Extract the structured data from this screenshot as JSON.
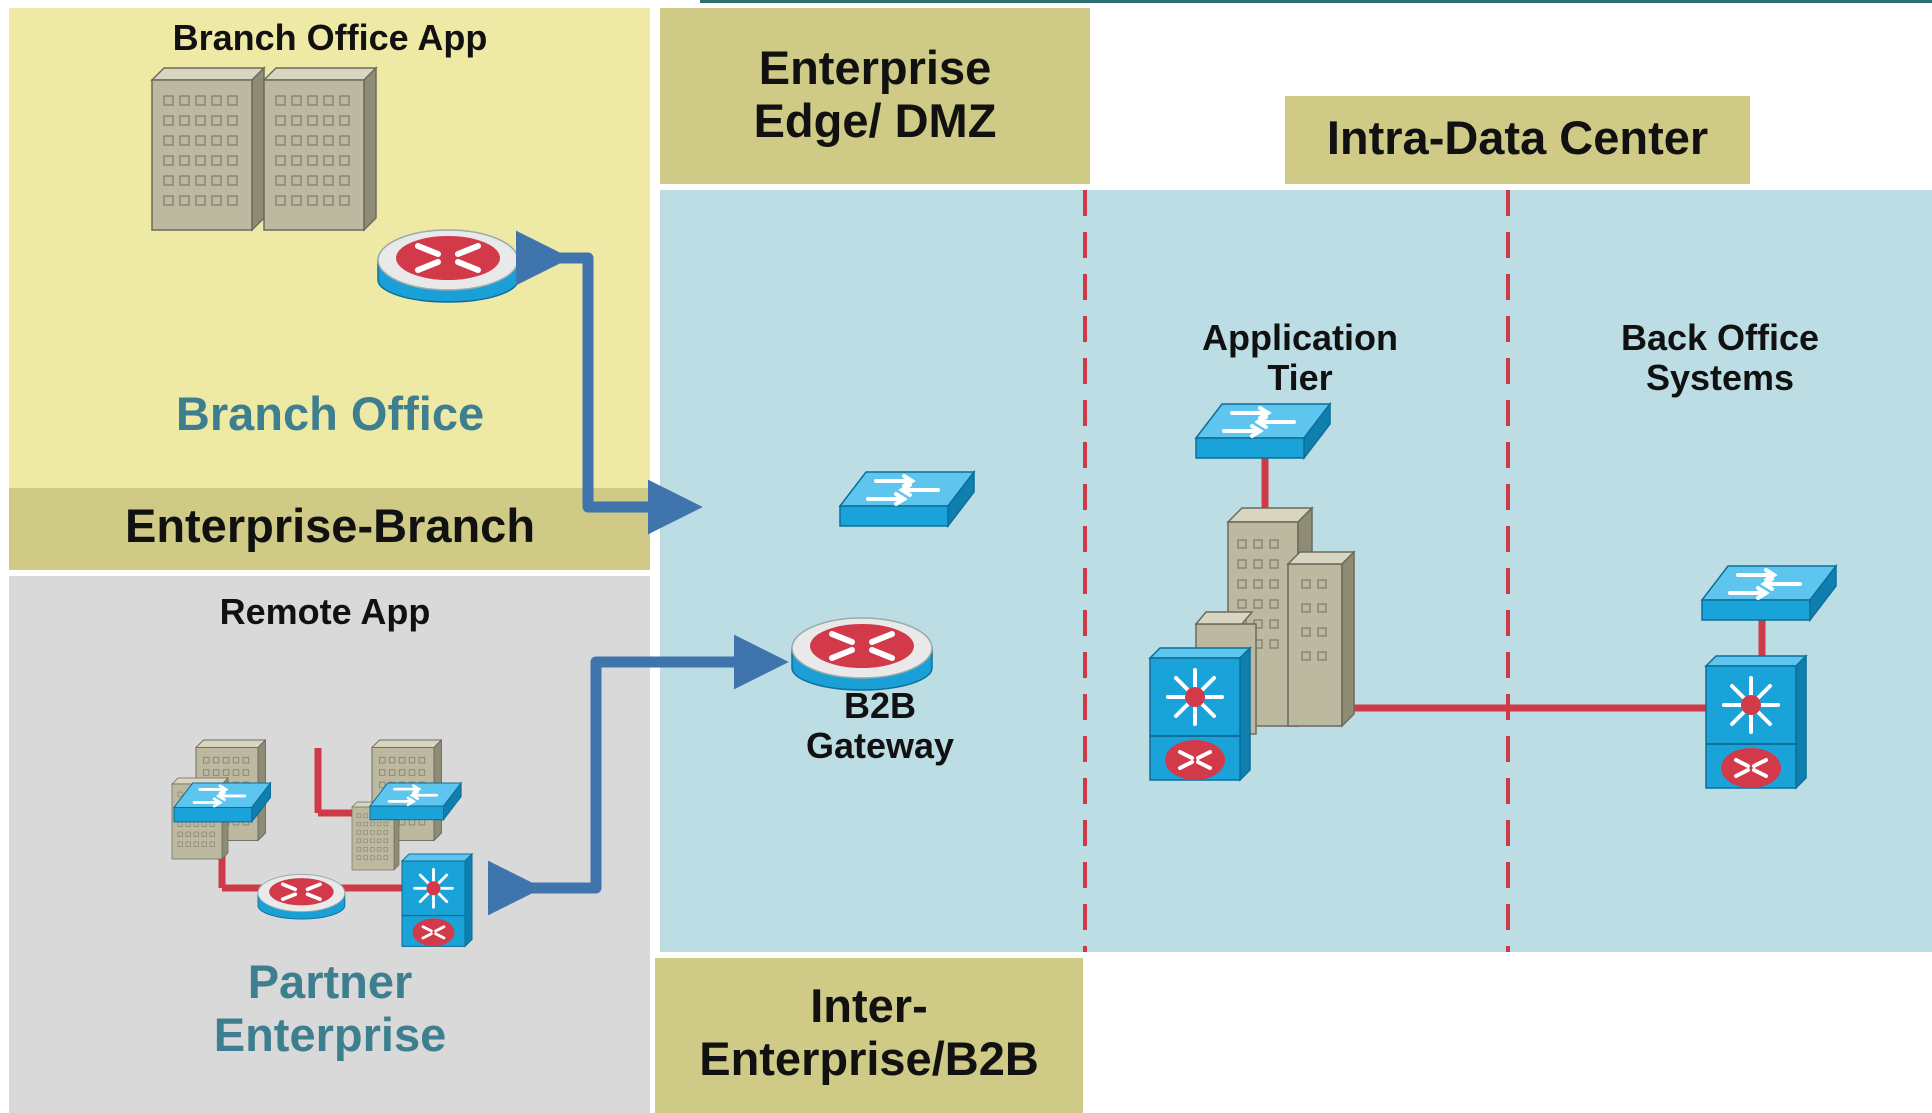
{
  "labels": {
    "branch_app": "Branch Office App",
    "branch_office": "Branch Office",
    "enterprise_branch": "Enterprise-Branch",
    "remote_app": "Remote App",
    "partner_line1": "Partner",
    "partner_line2": "Enterprise",
    "edge_line1": "Enterprise",
    "edge_line2": "Edge/ DMZ",
    "intra_dc": "Intra-Data Center",
    "app_tier_line1": "Application",
    "app_tier_line2": "Tier",
    "back_office_line1": "Back Office",
    "back_office_line2": "Systems",
    "b2b_line1": "B2B",
    "b2b_line2": "Gateway",
    "inter_line1": "Inter-",
    "inter_line2": "Enterprise/B2B"
  },
  "colors": {
    "branch_bg": "#efe9a6",
    "band_khaki": "#cfca86",
    "partner_bg": "#d9d9d9",
    "dc_bg": "#bcdde4",
    "teal_text": "#3d7f8e",
    "arrow_blue": "#3f74ad",
    "link_red": "#cf3a48",
    "divider_red": "#cf3a48",
    "switch_blue": "#1aa3d8",
    "router_red": "#d23a4a",
    "building_gray": "#bdb9a0"
  },
  "icons": [
    "building-icon",
    "router-icon",
    "switch-icon",
    "multilayer-switch-icon"
  ]
}
